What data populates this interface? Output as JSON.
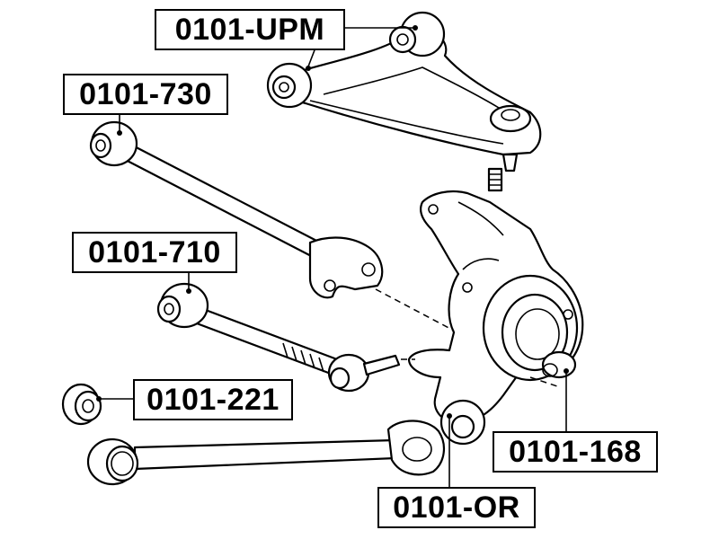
{
  "labels": {
    "upm": "0101-UPM",
    "p730": "0101-730",
    "p710": "0101-710",
    "p221": "0101-221",
    "p168": "0101-168",
    "or": "0101-OR"
  },
  "colors": {
    "line": "#000000",
    "background": "#ffffff"
  }
}
